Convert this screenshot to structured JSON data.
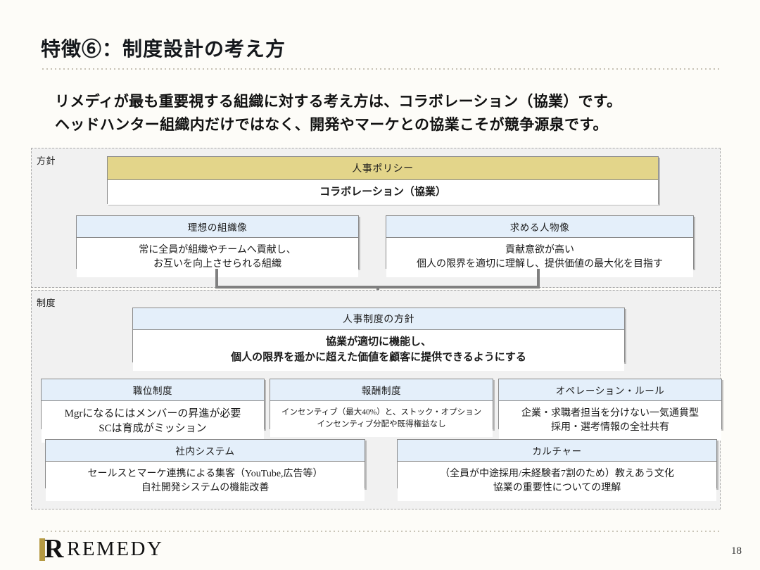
{
  "slide": {
    "title": "特徴⑥：制度設計の考え方",
    "lead_line_1": "リメディが最も重要視する組織に対する考え方は、コラボレーション（協業）です。",
    "lead_line_2": "ヘッドハンター組織内だけではなく、開発やマーケとの協業こそが競争源泉です。",
    "page_number": "18"
  },
  "colors": {
    "gold_header": "#e3d58a",
    "blue_header": "#e4effa",
    "section_bg": "#f1f1f1",
    "card_border": "#8a8a8a",
    "connector": "#808080",
    "logo_gold": "#b59a43",
    "page_bg": "#fdfcf8"
  },
  "sections": {
    "policy": {
      "label": "方針",
      "hr_policy": {
        "header": "人事ポリシー",
        "body": "コラボレーション（協業）"
      },
      "ideal_org": {
        "header": "理想の組織像",
        "body_line_1": "常に全員が組織やチームへ貢献し、",
        "body_line_2": "お互いを向上させられる組織"
      },
      "wanted_person": {
        "header": "求める人物像",
        "body_line_1": "貢献意欲が高い",
        "body_line_2": "個人の限界を適切に理解し、提供価値の最大化を目指す"
      }
    },
    "system": {
      "label": "制度",
      "hr_system_policy": {
        "header": "人事制度の方針",
        "body_line_1": "協業が適切に機能し、",
        "body_line_2": "個人の限界を遥かに超えた価値を顧客に提供できるようにする"
      },
      "cards_row_1": [
        {
          "header": "職位制度",
          "body_line_1": "Mgrになるにはメンバーの昇進が必要",
          "body_line_2": "SCは育成がミッション"
        },
        {
          "header": "報酬制度",
          "body_line_1": "インセンティブ（最大40%）と、ストック・オプション",
          "body_line_2": "インセンティブ分配や既得権益なし"
        },
        {
          "header": "オペレーション・ルール",
          "body_line_1": "企業・求職者担当を分けない一気通貫型",
          "body_line_2": "採用・選考情報の全社共有"
        }
      ],
      "cards_row_2": [
        {
          "header": "社内システム",
          "body_line_1": "セールスとマーケ連携による集客（YouTube,広告等）",
          "body_line_2": "自社開発システムの機能改善"
        },
        {
          "header": "カルチャー",
          "body_line_1": "（全員が中途採用/未経験者7割のため）教えあう文化",
          "body_line_2": "協業の重要性についての理解"
        }
      ]
    }
  },
  "footer": {
    "logo_mark": "R",
    "logo_text": "REMEDY"
  }
}
